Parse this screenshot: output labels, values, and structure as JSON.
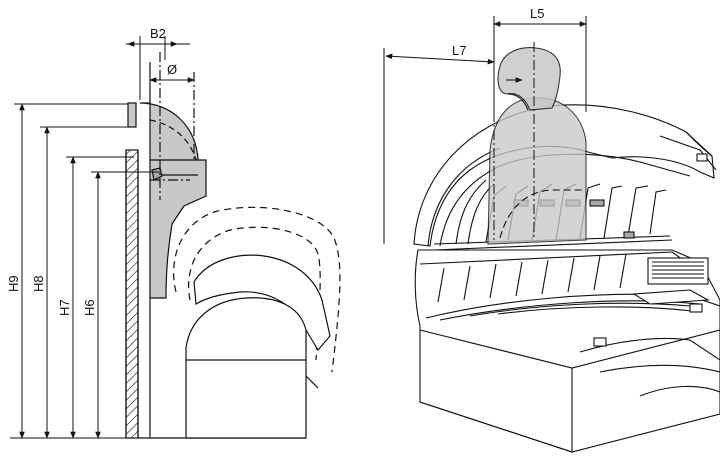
{
  "figure": {
    "left_view": {
      "dimension_labels": {
        "b2": "B2",
        "diameter": "Ø",
        "h9": "H9",
        "h8": "H8",
        "h7": "H7",
        "h6": "H6"
      }
    },
    "right_view": {
      "dimension_labels": {
        "l5": "L5",
        "l7": "L7"
      }
    },
    "colors": {
      "line": "#111111",
      "shade": "#c8c8c8",
      "shade_dark": "#a9a9a9",
      "background": "#ffffff"
    }
  }
}
